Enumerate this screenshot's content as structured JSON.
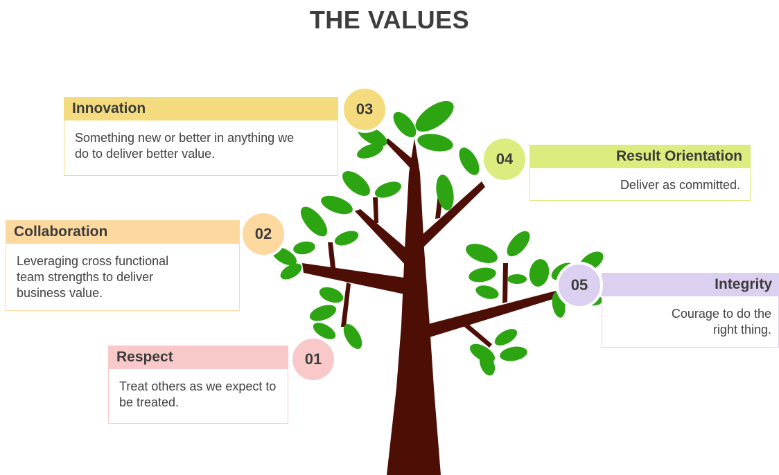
{
  "title": "THE VALUES",
  "colors": {
    "respect": "#f9c9c9",
    "collaboration": "#fdd9a0",
    "innovation": "#f4dc7e",
    "result": "#dcec7e",
    "integrity": "#dcd0f1",
    "trunk": "#4d0e05",
    "leaf": "#2da512"
  },
  "values": {
    "respect": {
      "number": "01",
      "heading": "Respect",
      "text": "Treat others as we expect to be treated."
    },
    "collaboration": {
      "number": "02",
      "heading": "Collaboration",
      "text": "Leveraging cross functional team strengths to deliver business value."
    },
    "innovation": {
      "number": "03",
      "heading": "Innovation",
      "text": "Something new or better in anything we do to deliver better value."
    },
    "result": {
      "number": "04",
      "heading": "Result Orientation",
      "text": "Deliver as committed."
    },
    "integrity": {
      "number": "05",
      "heading": "Integrity",
      "text": "Courage to do the right thing."
    }
  }
}
